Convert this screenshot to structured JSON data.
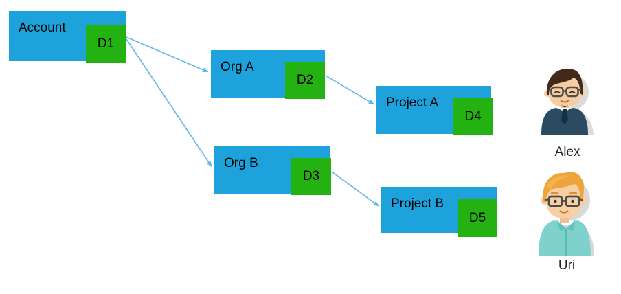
{
  "diagram": {
    "colors": {
      "node": "#1EA2DC",
      "badge": "#24B213",
      "arrow": "#62BAEA"
    },
    "nodes": [
      {
        "id": "account",
        "label": "Account",
        "badge": "D1"
      },
      {
        "id": "org-a",
        "label": "Org A",
        "badge": "D2"
      },
      {
        "id": "org-b",
        "label": "Org B",
        "badge": "D3"
      },
      {
        "id": "project-a",
        "label": "Project A",
        "badge": "D4"
      },
      {
        "id": "project-b",
        "label": "Project B",
        "badge": "D5"
      }
    ],
    "edges": [
      {
        "from": "Account",
        "to": "Org A"
      },
      {
        "from": "Account",
        "to": "Org B"
      },
      {
        "from": "Org A",
        "to": "Project A"
      },
      {
        "from": "Org B",
        "to": "Project B"
      }
    ],
    "users": [
      {
        "name": "Alex"
      },
      {
        "name": "Uri"
      }
    ]
  }
}
